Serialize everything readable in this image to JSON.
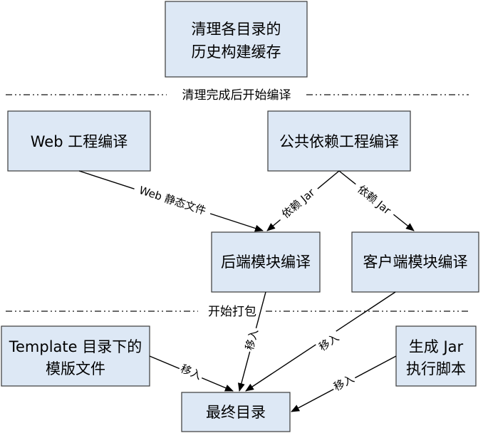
{
  "separators": {
    "after_cleanup": "清理完成后开始编译",
    "start_packaging": "开始打包"
  },
  "boxes": {
    "clean_cache": {
      "line1": "清理各目录的",
      "line2": "历史构建缓存"
    },
    "web_compile": {
      "line1": "Web 工程编译"
    },
    "common_deps": {
      "line1": "公共依赖工程编译"
    },
    "backend_compile": {
      "line1": "后端模块编译"
    },
    "client_compile": {
      "line1": "客户端模块编译"
    },
    "template_files": {
      "line1": "Template 目录下的",
      "line2": "模版文件"
    },
    "jar_script": {
      "line1": "生成 Jar",
      "line2": "执行脚本"
    },
    "final_dir": {
      "line1": "最终目录"
    }
  },
  "edges": {
    "web_static": "Web 静态文件",
    "dep_jar_backend": "依赖 Jar",
    "dep_jar_client": "依赖 Jar",
    "move_backend": "移入",
    "move_client": "移入",
    "move_template": "移入",
    "move_script": "移入"
  }
}
